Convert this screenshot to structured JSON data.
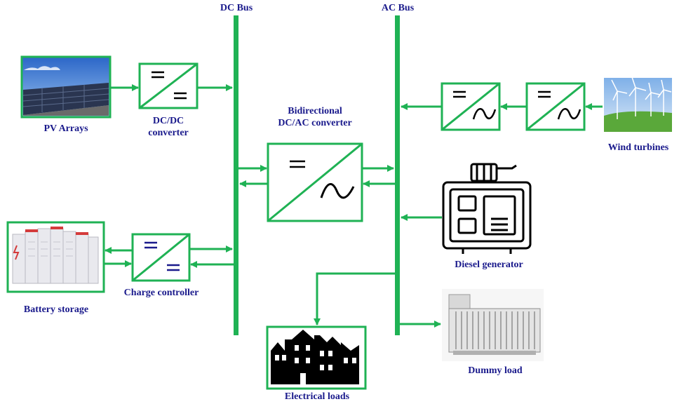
{
  "colors": {
    "line": "#1fb254",
    "label": "#1a1a8c",
    "symbol": "#000000"
  },
  "buses": {
    "dc": "DC Bus",
    "ac": "AC Bus"
  },
  "components": {
    "pv_arrays": "PV Arrays",
    "dcdc_line1": "DC/DC",
    "dcdc_line2": "converter",
    "bidir_line1": "Bidirectional",
    "bidir_line2": "DC/AC converter",
    "wind_turbines": "Wind turbines",
    "diesel_generator": "Diesel generator",
    "battery_storage": "Battery storage",
    "charge_controller": "Charge controller",
    "electrical_loads": "Electrical loads",
    "dummy_load": "Dummy load"
  },
  "icons": {
    "pv": "solar-panel-photo",
    "wind": "wind-turbine-photo",
    "diesel": "generator-icon",
    "battery": "battery-rack-photo",
    "loads": "houses-icon",
    "dummy": "resistor-bank-photo"
  }
}
